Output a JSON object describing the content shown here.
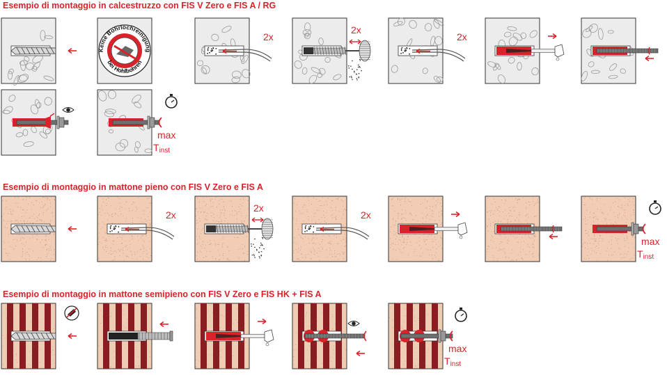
{
  "sections": [
    {
      "title": "Esempio di montaggio in calcestruzzo con FIS V Zero e FIS A / RG",
      "substrate": "concrete",
      "steps": [
        {
          "kind": "drill"
        },
        {
          "kind": "badge",
          "badge_text_top": "Keine Bohrlochreinigung",
          "badge_text_bottom": "bei Hohlbohren"
        },
        {
          "kind": "blow",
          "label": "2x"
        },
        {
          "kind": "brush",
          "label": "2x"
        },
        {
          "kind": "blow",
          "label": "2x"
        },
        {
          "kind": "inject"
        },
        {
          "kind": "insert"
        },
        {
          "kind": "check"
        },
        {
          "kind": "torque",
          "label_max": "max",
          "label_t": "T",
          "label_sub": "inst"
        }
      ]
    },
    {
      "title": "Esempio di montaggio in mattone pieno con FIS V Zero e FIS A",
      "substrate": "brick",
      "steps": [
        {
          "kind": "drill"
        },
        {
          "kind": "blow",
          "label": "2x"
        },
        {
          "kind": "brush",
          "label": "2x"
        },
        {
          "kind": "blow",
          "label": "2x"
        },
        {
          "kind": "inject"
        },
        {
          "kind": "insert"
        },
        {
          "kind": "torque",
          "label_max": "max",
          "label_t": "T",
          "label_sub": "inst"
        }
      ]
    },
    {
      "title": "Esempio di montaggio in mattone semipieno con FIS V Zero e FIS HK + FIS A",
      "substrate": "hollow",
      "steps": [
        {
          "kind": "drill_hollow"
        },
        {
          "kind": "sleeve"
        },
        {
          "kind": "inject_sleeve"
        },
        {
          "kind": "insert_hollow"
        },
        {
          "kind": "torque_hollow",
          "label_max": "max",
          "label_t": "T",
          "label_sub": "inst"
        }
      ]
    }
  ],
  "colors": {
    "accent": "#d8232a",
    "concrete_bg": "#ececec",
    "brick_bg": "#f1cdb5",
    "hollow_bg": "#efcdb4",
    "hollow_web": "#8a1d22",
    "steel": "#6e6e6e"
  }
}
